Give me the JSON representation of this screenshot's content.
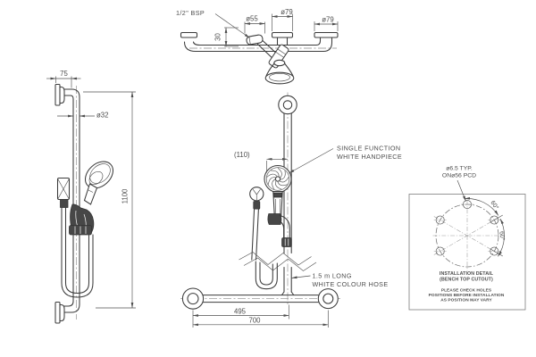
{
  "drawing": {
    "top_view": {
      "bsp_label": "1/2\" BSP",
      "dim_dia55": "ø55",
      "dim_dia79_center": "ø79",
      "dim_dia79_right": "ø79",
      "dim_30": "30"
    },
    "left_view": {
      "dim_75": "75",
      "dim_dia32": "ø32",
      "dim_1100": "1100"
    },
    "front_view": {
      "dim_110": "(110)",
      "handpiece_label_1": "SINGLE FUNCTION",
      "handpiece_label_2": "WHITE  HANDPIECE",
      "hose_label_1": "1.5 m LONG",
      "hose_label_2": "WHITE COLOUR HOSE",
      "dim_495": "495",
      "dim_700": "700"
    },
    "installation_detail": {
      "holes_label_1": "ø6.5 TYP.",
      "holes_label_2": "ONø56 PCD",
      "angle_top": "60°",
      "angle_side": "60°",
      "title_1": "INSTALLATION DETAIL",
      "title_2": "(BENCH TOP CUTOUT)",
      "note_1": "PLEASE CHECK HOLES",
      "note_2": "POSITIONS BEFORE INSTALLATION",
      "note_3": "AS POSITION MAY VARY"
    },
    "colors": {
      "line": "#3b3b3b",
      "dimension": "#4f4f4f",
      "text": "#4d4d4d",
      "centerline": "#8b8b8b",
      "background": "#ffffff"
    }
  }
}
